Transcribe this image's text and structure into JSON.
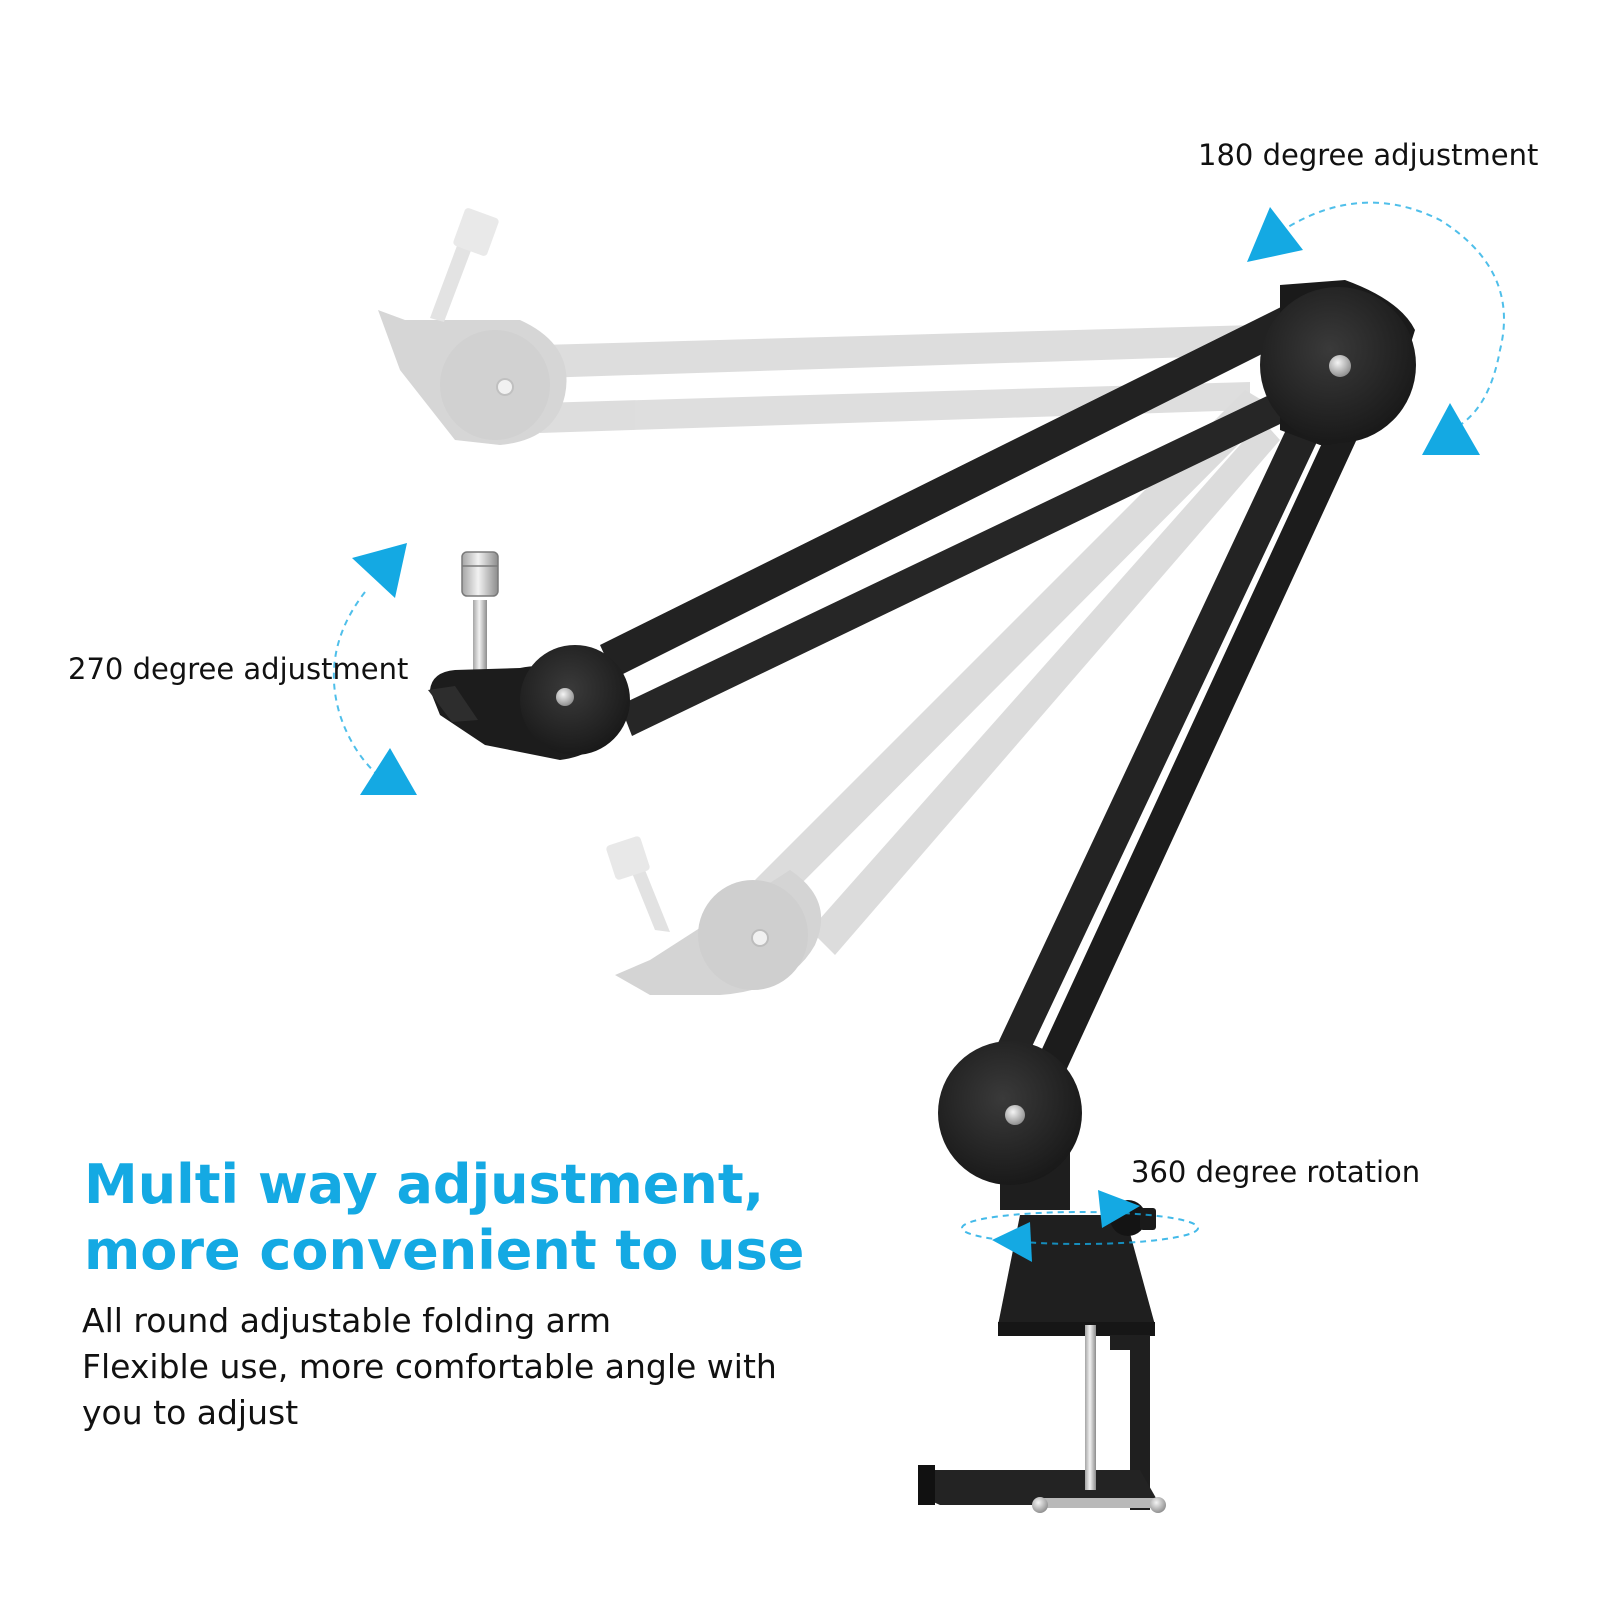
{
  "annotations": {
    "rotation_180": "180 degree adjustment",
    "rotation_270": "270 degree adjustment",
    "rotation_360": "360 degree rotation"
  },
  "headline": {
    "line1": "Multi way adjustment,",
    "line2": "more convenient to use"
  },
  "description": {
    "line1": "All round adjustable folding arm",
    "line2": "Flexible use, more comfortable angle with",
    "line3": "you to adjust"
  },
  "colors": {
    "accent": "#14a9e3",
    "arm": "#1f1f1f",
    "ghost_arm": "#d9d9d9",
    "text": "#111111"
  }
}
